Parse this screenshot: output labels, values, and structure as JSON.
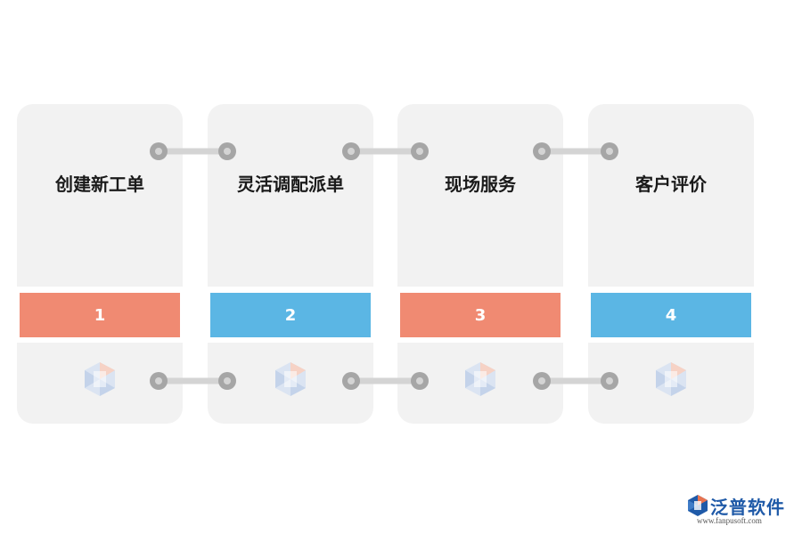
{
  "steps": [
    {
      "title": "创建新工单",
      "number": "1",
      "color": "#f08a72"
    },
    {
      "title": "灵活调配派单",
      "number": "2",
      "color": "#5bb6e4"
    },
    {
      "title": "现场服务",
      "number": "3",
      "color": "#f08a72"
    },
    {
      "title": "客户评价",
      "number": "4",
      "color": "#5bb6e4"
    }
  ],
  "colors": {
    "card_bg": "#f2f2f2",
    "connector_dot": "#a6a6a6",
    "connector_bar": "#d4d4d4",
    "brand_blue": "#1f5aa8"
  },
  "brand": {
    "name": "泛普软件",
    "url": "www.fanpusoft.com"
  }
}
